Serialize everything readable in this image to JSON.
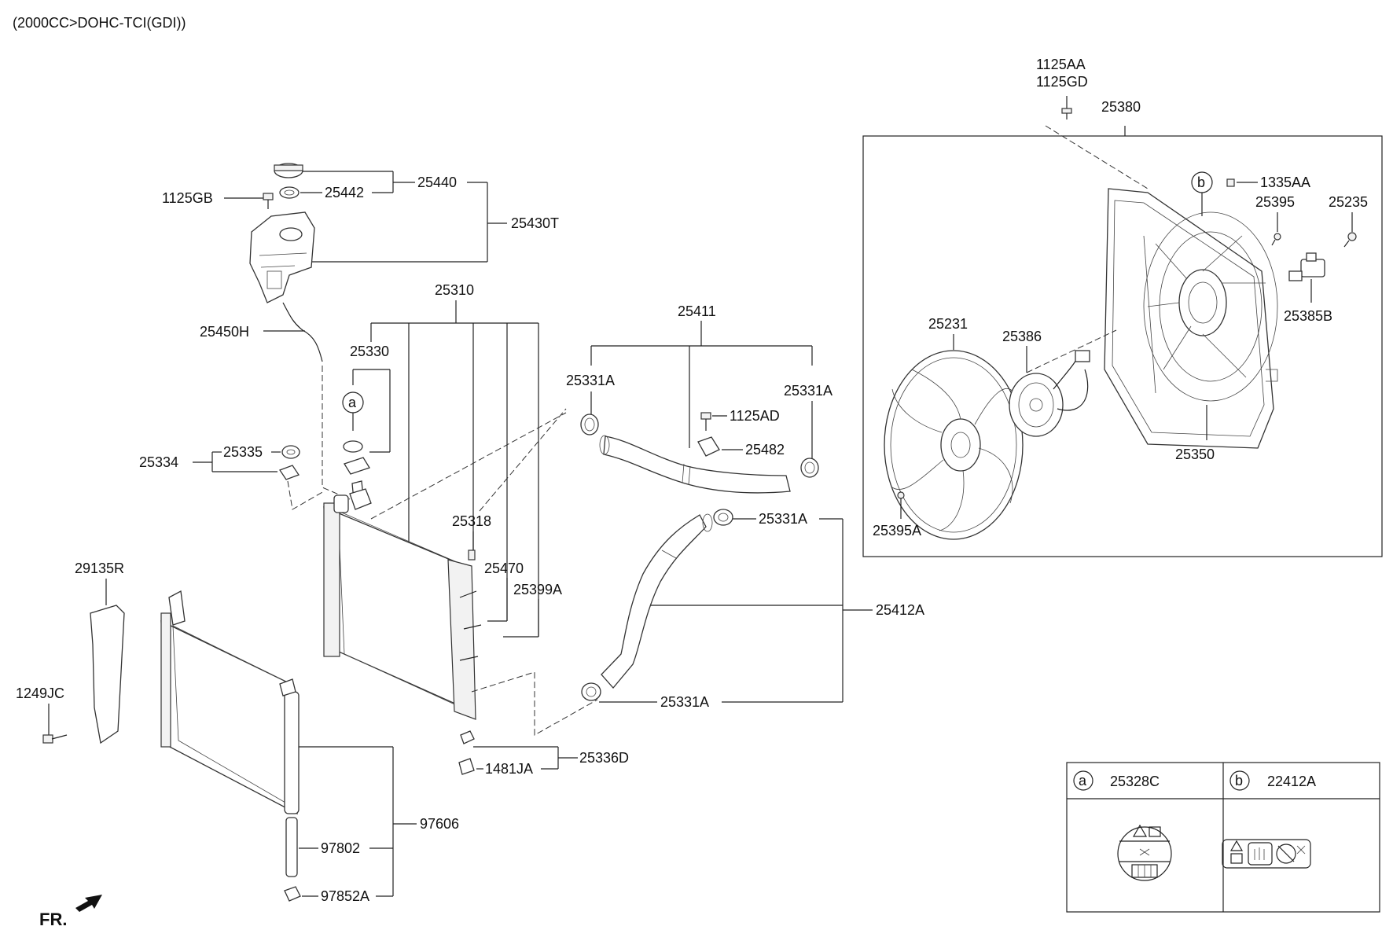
{
  "header": {
    "engine_spec": "(2000CC>DOHC-TCI(GDI))"
  },
  "front_marker": {
    "text": "FR."
  },
  "labels": {
    "p1125AA": "1125AA",
    "p1125GD": "1125GD",
    "p25380": "25380",
    "p1335AA": "1335AA",
    "p25395": "25395",
    "p25235": "25235",
    "p25385B": "25385B",
    "p25231": "25231",
    "p25386": "25386",
    "p25350": "25350",
    "p25395A": "25395A",
    "p25440": "25440",
    "p25442": "25442",
    "p1125GB": "1125GB",
    "p25430T": "25430T",
    "p25450H": "25450H",
    "p25310": "25310",
    "p25330": "25330",
    "p25335": "25335",
    "p25334": "25334",
    "p25318": "25318",
    "p25470": "25470",
    "p25399A": "25399A",
    "p25411": "25411",
    "p25331A_1": "25331A",
    "p25331A_2": "25331A",
    "p25331A_3": "25331A",
    "p25331A_4": "25331A",
    "p1125AD": "1125AD",
    "p25482": "25482",
    "p25412A": "25412A",
    "p29135R": "29135R",
    "p1249JC": "1249JC",
    "p1481JA": "1481JA",
    "p25336D": "25336D",
    "p97606": "97606",
    "p97802": "97802",
    "p97852A": "97852A"
  },
  "callouts": {
    "a": "a",
    "b": "b"
  },
  "legend": {
    "a_letter": "a",
    "a_part": "25328C",
    "b_letter": "b",
    "b_part": "22412A"
  }
}
